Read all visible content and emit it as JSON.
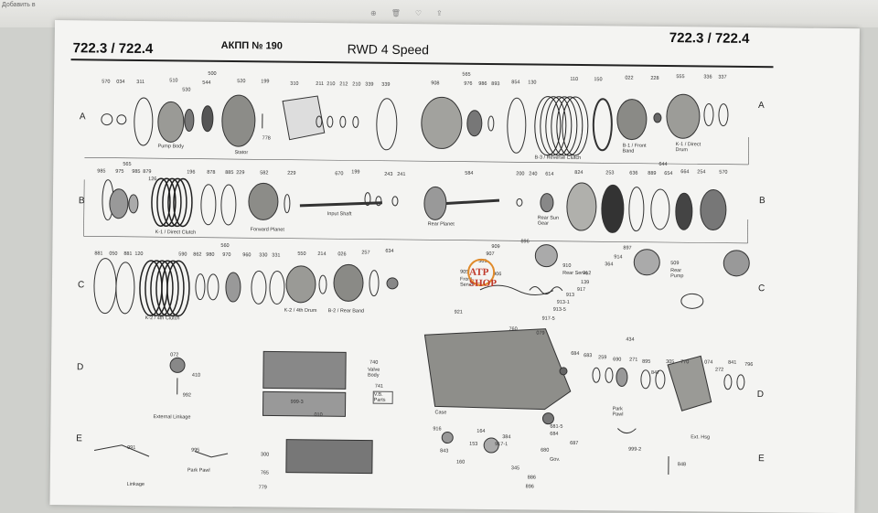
{
  "browser": {
    "tab_label": "Добавить в"
  },
  "header": {
    "model_left": "722.3 / 722.4",
    "model_right": "722.3 / 722.4",
    "akpp": "АКПП № 190",
    "subtitle": "RWD 4 Speed"
  },
  "watermark": {
    "text": "ATP SHOP"
  },
  "rows": [
    "A",
    "B",
    "C",
    "D",
    "E"
  ],
  "labels": {
    "row_a": [
      "570",
      "034",
      "311",
      "510",
      "530",
      "544",
      "520",
      "199",
      "778",
      "310",
      "211",
      "210",
      "212",
      "210",
      "339",
      "339",
      "565",
      "908",
      "976",
      "986",
      "893",
      "854",
      "130",
      "110",
      "150",
      "022",
      "228",
      "555",
      "336",
      "337",
      "500"
    ],
    "row_a_caps": [
      "Pump Body",
      "Stator",
      "B-3 / Reverse Clutch",
      "B-1 / Front Band",
      "K-1 / Direct Drum"
    ],
    "row_b": [
      "985",
      "975",
      "985",
      "879",
      "126",
      "196",
      "878",
      "885",
      "229",
      "582",
      "229",
      "670",
      "199",
      "243",
      "241",
      "584",
      "200",
      "240",
      "614",
      "824",
      "253",
      "636",
      "889",
      "654",
      "664",
      "254",
      "570",
      "565",
      "644"
    ],
    "row_b_caps": [
      "K-1 / Direct Clutch",
      "Forward Planet",
      "Input Shaft",
      "Rear Planet",
      "Rear Sun Gear"
    ],
    "row_c": [
      "881",
      "050",
      "881",
      "120",
      "590",
      "862",
      "980",
      "970",
      "960",
      "330",
      "331",
      "550",
      "214",
      "026",
      "257",
      "634",
      "560",
      "896",
      "909",
      "907",
      "361",
      "906",
      "905",
      "910",
      "897",
      "914",
      "364",
      "912",
      "139",
      "917",
      "913",
      "913-1",
      "913-5",
      "917-5",
      "921",
      "509"
    ],
    "row_c_caps": [
      "K-2 / 4th Clutch",
      "K-2 / 4th Drum",
      "B-2 / Rear Band",
      "Front Servo",
      "Rear Servo",
      "Rear Pump"
    ],
    "row_d": [
      "072",
      "410",
      "992",
      "740",
      "741",
      "999-3",
      "010",
      "760",
      "079",
      "434",
      "684",
      "683",
      "259",
      "690",
      "271",
      "895",
      "847",
      "305",
      "770",
      "074",
      "272",
      "841",
      "796"
    ],
    "row_d_caps": [
      "External Linkage",
      "Valve Body",
      "V.B. Parts",
      "Case",
      "Park Pawl",
      "Ext. Hsg"
    ],
    "row_e": [
      "991",
      "995",
      "300",
      "765",
      "779",
      "916",
      "164",
      "153",
      "843",
      "160",
      "384",
      "917-1",
      "681-5",
      "684",
      "687",
      "680",
      "345",
      "886",
      "896",
      "999-2",
      "848"
    ],
    "row_e_caps": [
      "Park Pawl",
      "Linkage",
      "Gov."
    ]
  }
}
